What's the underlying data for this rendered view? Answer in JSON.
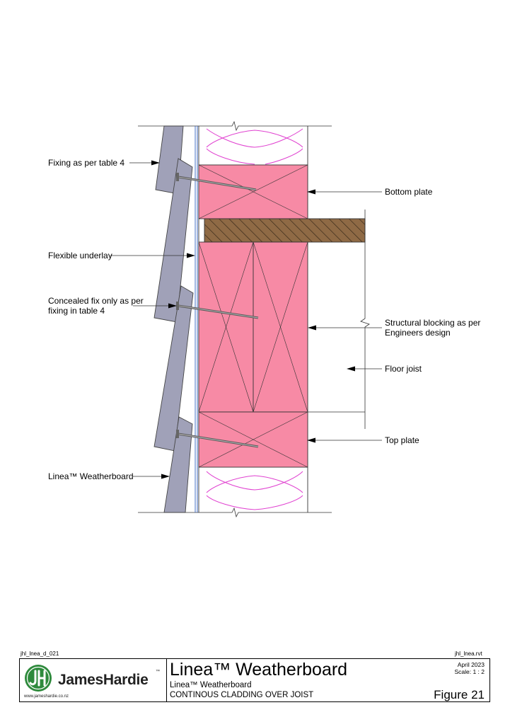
{
  "labels": {
    "fixing": "Fixing as per table 4",
    "bottom_plate": "Bottom plate",
    "flexible_underlay": "Flexible underlay",
    "concealed_fix_line1": "Concealed fix only as per",
    "concealed_fix_line2": "fixing in table 4",
    "structural_blocking_line1": "Structural blocking as per",
    "structural_blocking_line2": "Engineers design",
    "floor_joist": "Floor joist",
    "top_plate": "Top plate",
    "weatherboard": "Linea™ Weatherboard"
  },
  "title_block": {
    "drawing_ref": "jhl_lnea_d_021",
    "file_ref": "jhl_lnea.rvt",
    "brand": "JamesHardie",
    "brand_tm": "™",
    "website": "www.jameshardie.co.nz",
    "title": "Linea™ Weatherboard",
    "subtitle": "Linea™ Weatherboard",
    "description": "CONTINOUS CLADDING OVER JOIST",
    "date": "April 2023",
    "scale": "Scale: 1 : 2",
    "figure": "Figure 21"
  },
  "colors": {
    "timber_pink": "#f78aa5",
    "weatherboard_grey": "#a0a1b8",
    "joist_brown": "#8f6a45",
    "insulation_magenta": "#e040d0",
    "underlay_blue": "#3060c0",
    "logo_green": "#2e8a3c"
  }
}
